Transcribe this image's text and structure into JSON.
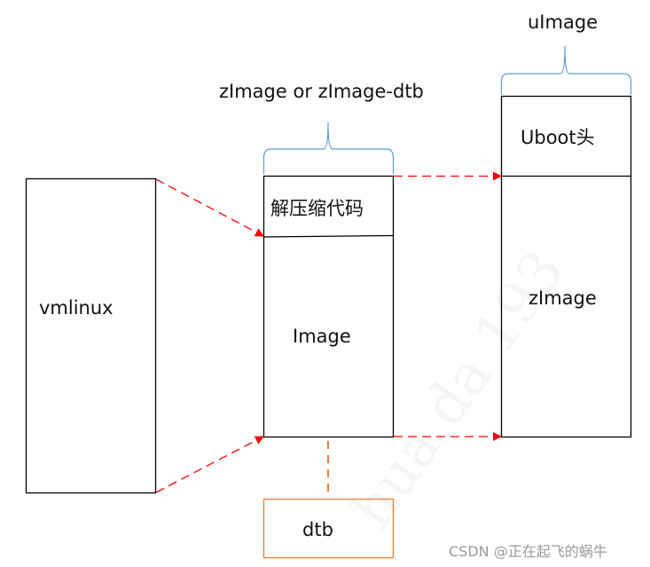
{
  "diagram": {
    "colors": {
      "box_stroke": "#000000",
      "arrow": "#ff0000",
      "brace": "#5b9bd5",
      "dtb_stroke": "#ed7d31",
      "dtb_connector": "#ed7d31",
      "credit_text": "#9a9a9a"
    },
    "boxes": {
      "vmlinux": {
        "label": "vmlinux"
      },
      "zimage_container": {
        "title": "zImage or zImage-dtb",
        "sections": [
          {
            "label": "解压缩代码"
          },
          {
            "label": "Image"
          }
        ]
      },
      "uimage": {
        "title": "uImage",
        "sections": [
          {
            "label": "Uboot头"
          },
          {
            "label": "zImage"
          }
        ]
      },
      "dtb": {
        "label": "dtb"
      }
    },
    "arrows": [
      {
        "from": "vmlinux top-right",
        "to": "解压缩代码 / Image boundary",
        "style": "dashed"
      },
      {
        "from": "vmlinux bottom-right",
        "to": "zImage container bottom-left",
        "style": "dashed"
      },
      {
        "from": "zImage container top-right",
        "to": "Uboot头 / zImage boundary",
        "style": "dashed"
      },
      {
        "from": "zImage container bottom-right",
        "to": "uImage bottom-left",
        "style": "dashed"
      }
    ],
    "connectors": [
      {
        "from": "Image section bottom",
        "to": "dtb",
        "style": "dashed"
      }
    ],
    "watermark": "hua da 193",
    "credit": "CSDN @正在起飞的蜗牛"
  }
}
